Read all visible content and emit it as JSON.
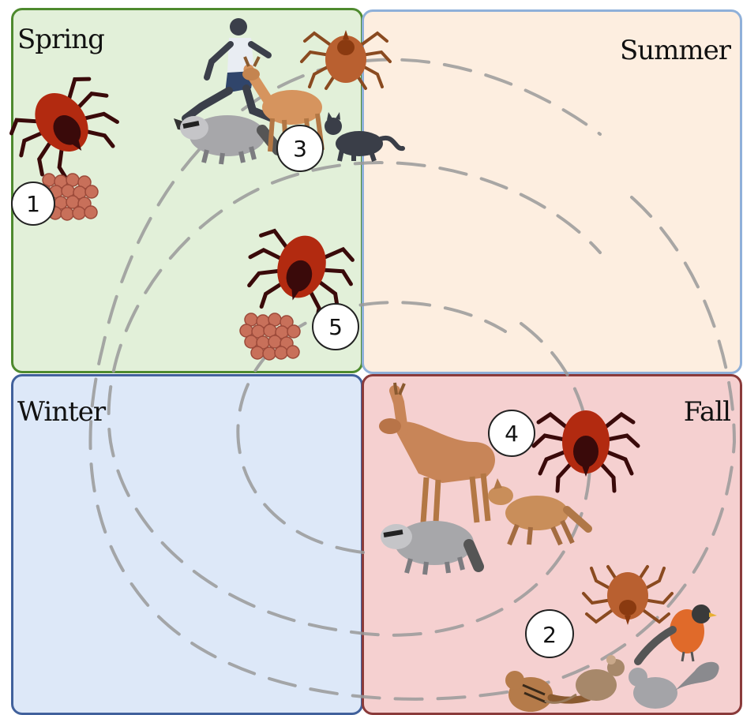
{
  "seasons": {
    "spring": "Spring",
    "summer": "Summer",
    "winter": "Winter",
    "fall": "Fall"
  },
  "markers": [
    "1",
    "2",
    "3",
    "4",
    "5"
  ],
  "colors": {
    "spring_bg": "#e2f0d9",
    "summer_bg": "#fdeee0",
    "winter_bg": "#dde8f8",
    "fall_bg": "#f5d0d0",
    "tick_body": "#b22a10",
    "tick_scutum": "#3a0a0a",
    "egg": "#c8705a",
    "cycle_line": "#9a9a9a"
  },
  "illustrations": [
    "tick-adult-female-icon",
    "tick-eggs-icon",
    "tick-engorged-nymph-icon",
    "tick-larva-icon",
    "runner-icon",
    "raccoon-icon",
    "deer-icon",
    "cat-icon",
    "coyote-icon",
    "robin-icon",
    "chipmunk-icon",
    "mouse-icon",
    "squirrel-icon"
  ]
}
